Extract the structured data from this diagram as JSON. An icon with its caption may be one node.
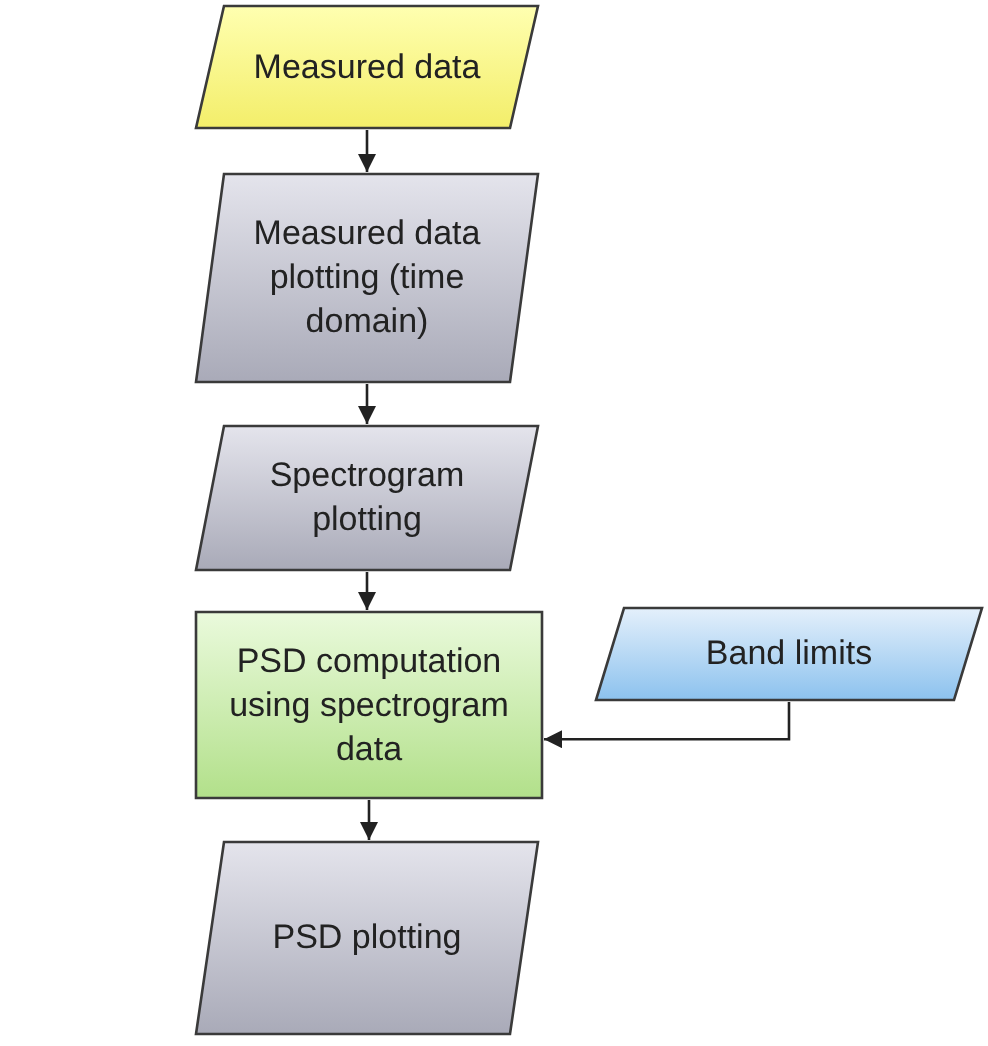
{
  "diagram": {
    "nodes": [
      {
        "text": [
          "Measured data"
        ]
      },
      {
        "text": [
          "Measured data plotting (time domain)"
        ]
      },
      {
        "text": [
          "Spectrogram plotting"
        ]
      },
      {
        "text": [
          "PSD computation using spectrogram data"
        ]
      },
      {
        "text": [
          "Band limits"
        ]
      },
      {
        "text": [
          "PSD plotting"
        ]
      }
    ],
    "edges": [
      {
        "from": 0,
        "to": 1,
        "arrow": "to"
      },
      {
        "from": 1,
        "to": 2,
        "arrow": "to"
      },
      {
        "from": 2,
        "to": 3,
        "arrow": "to"
      },
      {
        "from": 4,
        "to": 3,
        "arrow": "to"
      },
      {
        "from": 3,
        "to": 5,
        "arrow": "to"
      }
    ]
  }
}
